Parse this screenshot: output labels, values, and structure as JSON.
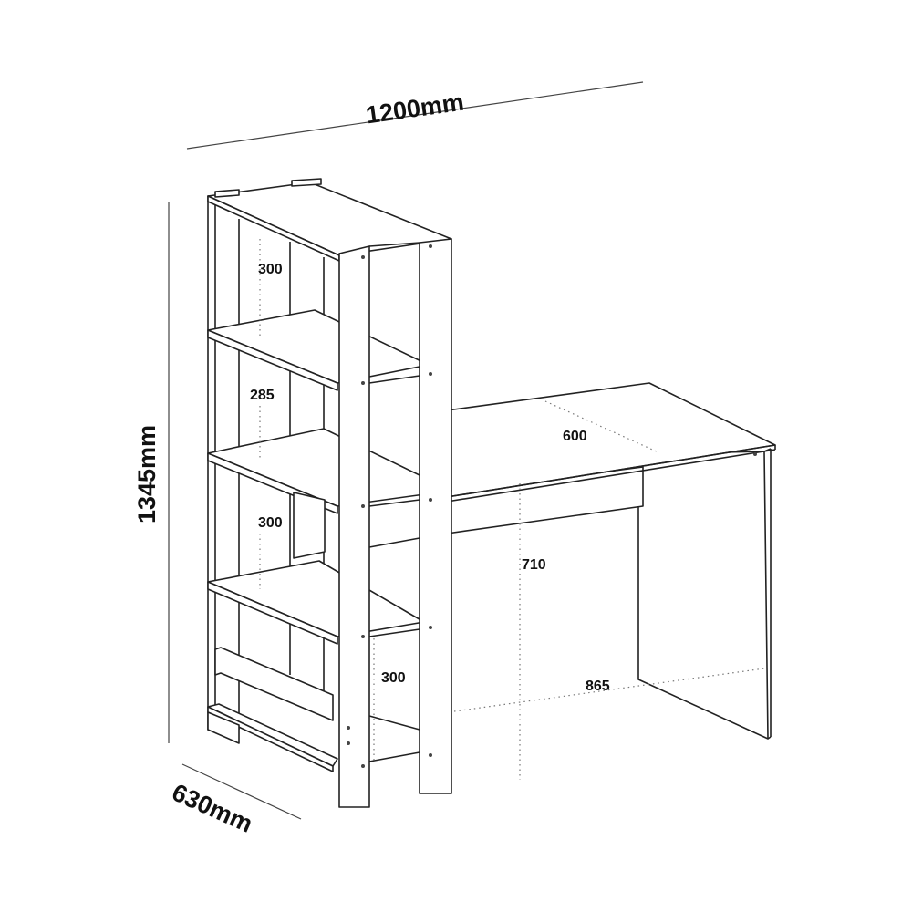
{
  "overall_dimensions": {
    "width": "1200mm",
    "height": "1345mm",
    "depth": "630mm"
  },
  "shelf_dimensions": {
    "shelf_1": "300",
    "shelf_2": "285",
    "shelf_3": "300",
    "shelf_4": "300"
  },
  "desk_dimensions": {
    "depth": "600",
    "height": "710",
    "width": "865"
  }
}
